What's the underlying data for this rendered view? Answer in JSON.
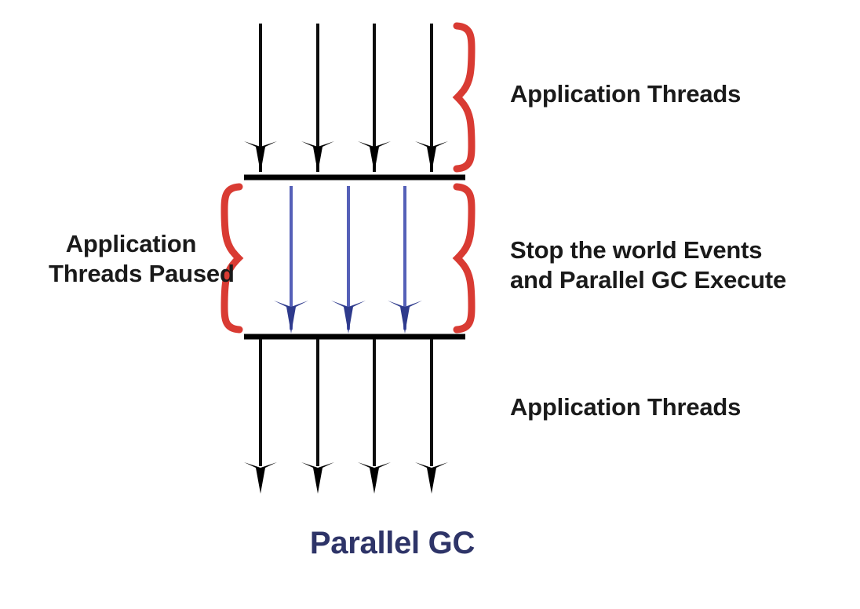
{
  "diagram": {
    "title": "Parallel GC",
    "title_color": "#2e3468",
    "background": "#ffffff",
    "labels": {
      "app_threads_top": "Application Threads",
      "app_threads_bottom": "Application Threads",
      "app_threads_paused_line1": "Application",
      "app_threads_paused_line2": "Threads Paused",
      "stop_world_line1": "Stop the world Events",
      "stop_world_line2": "and Parallel GC Execute"
    },
    "colors": {
      "application_thread": "#000000",
      "gc_thread_line": "#5560b8",
      "gc_thread_head": "#2e3a8c",
      "brace": "#d93b33",
      "safepoint_bar": "#000000",
      "label_text": "#1a1a1a"
    },
    "counts": {
      "application_threads": 4,
      "gc_threads": 3
    },
    "phases": [
      {
        "name": "running",
        "label": "Application Threads",
        "thread_type": "application",
        "thread_count": 4,
        "arrow_color": "#000000"
      },
      {
        "name": "stop-the-world",
        "label": "Stop the world Events and Parallel GC Execute",
        "side_label": "Application Threads Paused",
        "thread_type": "gc",
        "thread_count": 3,
        "arrow_color": "#2e3a8c"
      },
      {
        "name": "resumed",
        "label": "Application Threads",
        "thread_type": "application",
        "thread_count": 4,
        "arrow_color": "#000000"
      }
    ],
    "icons": {
      "brace_right_top": "curly-brace-right-icon",
      "brace_right_middle": "curly-brace-right-icon",
      "brace_left_middle": "curly-brace-left-icon",
      "arrow_down": "arrow-down-icon"
    }
  }
}
